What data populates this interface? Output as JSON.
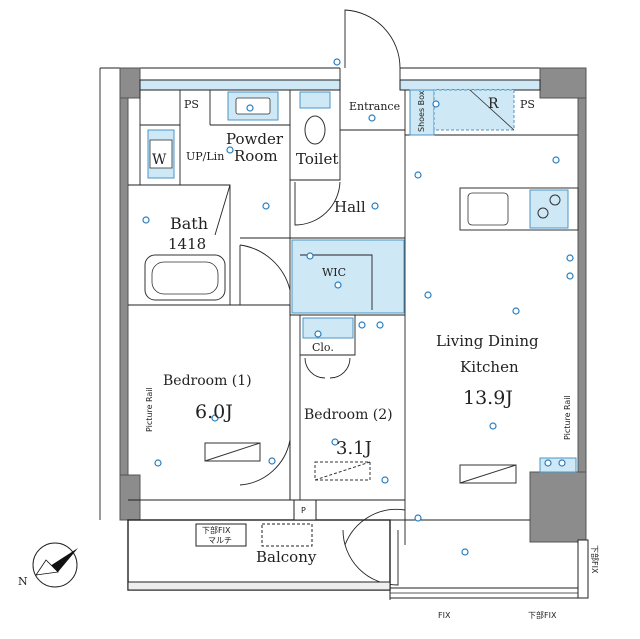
{
  "rooms": {
    "ps_left": "PS",
    "ps_right": "PS",
    "washer": "W",
    "up_lin": "UP/Lin",
    "powder_room_1": "Powder",
    "powder_room_2": "Room",
    "toilet": "Toilet",
    "entrance": "Entrance",
    "shoes_box": "Shoes Box",
    "refrigerator": "R",
    "hall": "Hall",
    "bath": "Bath",
    "bath_size": "1418",
    "wic": "WIC",
    "closet": "Clo.",
    "bedroom1": "Bedroom (1)",
    "bedroom1_size": "6.0J",
    "bedroom2": "Bedroom (2)",
    "bedroom2_size": "3.1J",
    "ldk_1": "Living Dining",
    "ldk_2": "Kitchen",
    "ldk_size": "13.9J",
    "balcony": "Balcony",
    "picture_rail_left": "Picture Rail",
    "picture_rail_right": "Picture Rail",
    "p_box": "P",
    "lower_fix_multi_1": "下部FIX",
    "lower_fix_multi_2": "マルチ",
    "fix_bottom": "FIX",
    "lower_fix_bottom": "下部FIX",
    "lower_fix_side": "下部FIX",
    "compass": "N"
  },
  "colors": {
    "wall": "#222222",
    "column": "#8c8c8c",
    "fixture": "#cfe8f5",
    "outlet": "#2a7fc0"
  }
}
